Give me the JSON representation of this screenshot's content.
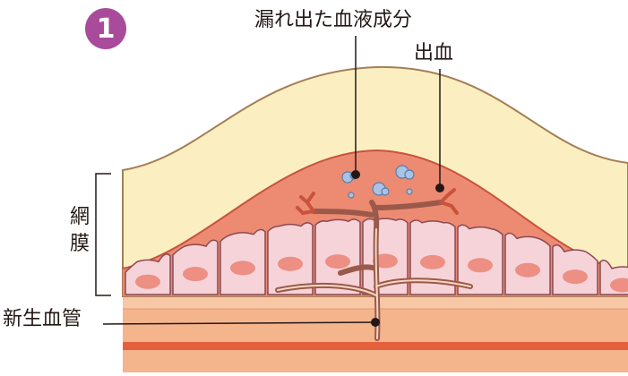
{
  "step": {
    "number": "1"
  },
  "labels": {
    "leaked_blood_components": "漏れ出た血液成分",
    "hemorrhage": "出血",
    "retina": "網膜",
    "neovessel": "新生血管"
  },
  "colors": {
    "badge": "#a94b9b",
    "outer_layer": "#fbefc2",
    "outer_outline": "#a47e55",
    "retina_fill": "#ed8a72",
    "cell_fill": "#f6d3d9",
    "nucleus_fill": "#ed8f83",
    "vessel": "#9a5a4a",
    "bleed": "#c8533c",
    "leak_blob": "#a9c3e4",
    "bottom_band": "#f4b48c",
    "red_stripe": "#e5613c",
    "line_black": "#231815"
  },
  "icons": [
    "leak-blob-icon",
    "bleed-icon"
  ]
}
